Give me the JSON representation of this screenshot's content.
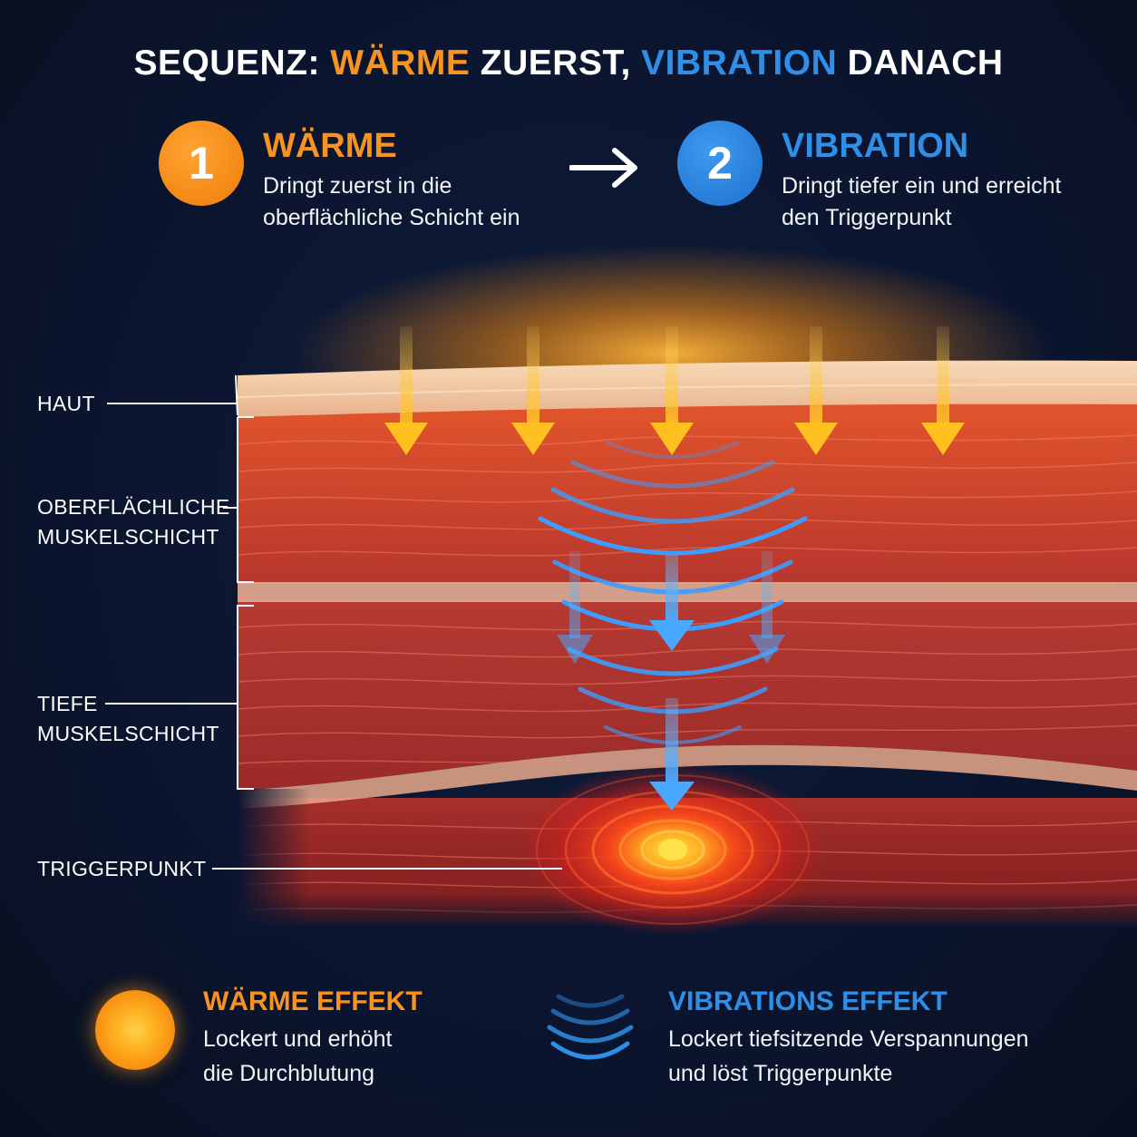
{
  "title": {
    "part1": "SEQUENZ: ",
    "part2": "WÄRME",
    "part3": " ZUERST, ",
    "part4": "VIBRATION",
    "part5": " DANACH"
  },
  "steps": [
    {
      "number": "1",
      "heading": "WÄRME",
      "description_line1": "Dringt zuerst in die",
      "description_line2": "oberflächliche Schicht ein",
      "color": "#f7931e"
    },
    {
      "number": "2",
      "heading": "VIBRATION",
      "description_line1": "Dringt tiefer ein und erreicht",
      "description_line2": "den Triggerpunkt",
      "color": "#2f8fe6"
    }
  ],
  "layer_labels": {
    "skin": "HAUT",
    "superficial_line1": "OBERFLÄCHLICHE",
    "superficial_line2": "MUSKELSCHICHT",
    "deep_line1": "TIEFE",
    "deep_line2": "MUSKELSCHICHT",
    "trigger": "TRIGGERPUNKT"
  },
  "legend": [
    {
      "heading": "WÄRME EFFEKT",
      "line1": "Lockert und erhöht",
      "line2": "die Durchblutung",
      "icon": "heat-circle-icon",
      "color": "#f7931e"
    },
    {
      "heading": "VIBRATIONS EFFEKT",
      "line1": "Lockert tiefsitzende Verspannungen",
      "line2": "und löst Triggerpunkte",
      "icon": "vibration-waves-icon",
      "color": "#2f8fe6"
    }
  ],
  "colors": {
    "background": "#0b1530",
    "heat": "#f7931e",
    "vibration": "#2f8fe6",
    "muscle": "#b23a30",
    "trigger": "#ff3a1a"
  }
}
